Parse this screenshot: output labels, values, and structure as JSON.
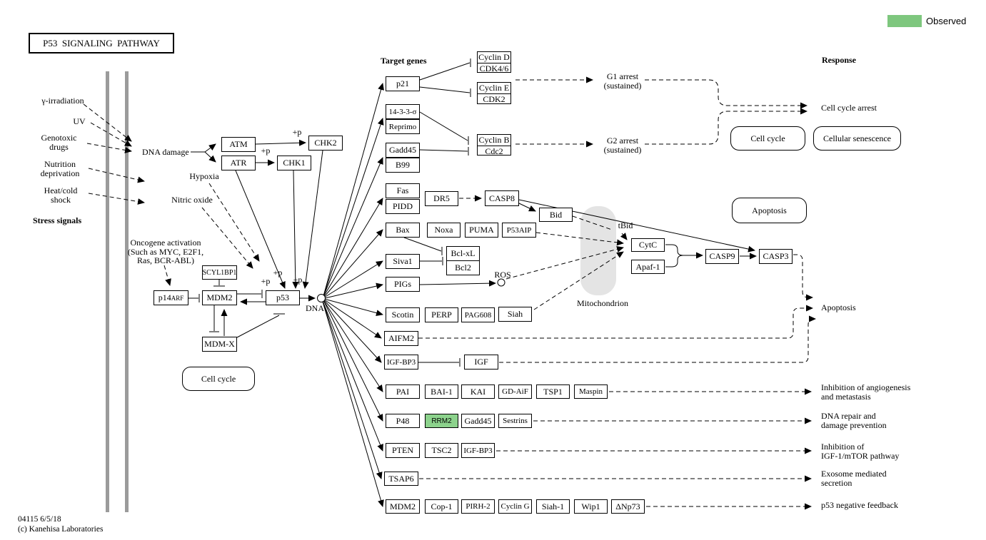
{
  "title": "P53  SIGNALING  PATHWAY",
  "legend": {
    "label": "Observed"
  },
  "colors": {
    "observed_fill": "#8CD28C",
    "legend_green": "#7EC77E"
  },
  "footer": {
    "text": "04115 6/5/18\n(c) Kanehisa Laboratories"
  },
  "headers": {
    "stress": "Stress signals",
    "target_genes": "Target genes",
    "response": "Response"
  },
  "stress": {
    "gamma": "γ-irradiation",
    "uv": "UV",
    "genotoxic": "Genotoxic\ndrugs",
    "nutrition": "Nutrition\ndeprivation",
    "heat_cold": "Heat/cold\nshock"
  },
  "labels": {
    "dna_damage": "DNA damage",
    "hypoxia": "Hypoxia",
    "nitric_oxide": "Nitric oxide",
    "oncogene": "Oncogene activation\n(Such as MYC, E2F1,\nRas, BCR-ABL)",
    "dna": "DNA",
    "tbid": "tBid",
    "ros": "ROS",
    "mitochondrion": "Mitochondrion",
    "g1_arrest": "G1 arrest\n(sustained)",
    "g2_arrest": "G2 arrest\n(sustained)",
    "plus_p": "+p"
  },
  "genes": {
    "atm": "ATM",
    "chk2": "CHK2",
    "atr": "ATR",
    "chk1": "CHK1",
    "scyl1bp1": "SCYL1BP1",
    "p14": "p14",
    "p14_sup": "ARF",
    "mdm2": "MDM2",
    "p53": "p53",
    "mdmx": "MDM-X",
    "p21": "p21",
    "s1433": "14-3-3-σ",
    "reprimo": "Reprimo",
    "gadd45": "Gadd45",
    "b99": "B99",
    "fas": "Fas",
    "pidd": "PIDD",
    "bax": "Bax",
    "siva1": "Siva1",
    "pigs": "PIGs",
    "scotin": "Scotin",
    "aifm2": "AIFM2",
    "igfbp3": "IGF-BP3",
    "pai": "PAI",
    "p48": "P48",
    "pten": "PTEN",
    "tsap6": "TSAP6",
    "mdm2b": "MDM2",
    "cyclin_d": "Cyclin D",
    "cdk46": "CDK4/6",
    "cyclin_e": "Cyclin E",
    "cdk2": "CDK2",
    "cyclin_b": "Cyclin B",
    "cdc2": "Cdc2",
    "dr5": "DR5",
    "casp8": "CASP8",
    "bid": "Bid",
    "noxa": "Noxa",
    "puma": "PUMA",
    "p53aip": "P53AIP",
    "bclxl": "Bcl-xL",
    "bcl2": "Bcl2",
    "perp": "PERP",
    "pag608": "PAG608",
    "siah": "Siah",
    "igf": "IGF",
    "bai1": "BAI-1",
    "kai": "KAI",
    "gdaif": "GD-AiF",
    "tsp1": "TSP1",
    "maspin": "Maspin",
    "rrm2": "RRM2",
    "gadd45b": "Gadd45",
    "sestrins": "Sestrins",
    "tsc2": "TSC2",
    "igfbp3b": "IGF-BP3",
    "cop1": "Cop-1",
    "pirh2": "PIRH-2",
    "cyclin_g": "Cyclin G",
    "siah1": "Siah-1",
    "wip1": "Wip1",
    "dnp73": "ΔNp73",
    "cytc": "CytC",
    "apaf1": "Apaf-1",
    "casp9": "CASP9",
    "casp3": "CASP3"
  },
  "rounded": {
    "cell_cycle_left": "Cell cycle",
    "cell_cycle_right": "Cell cycle",
    "senescence": "Cellular senescence",
    "apoptosis": "Apoptosis"
  },
  "responses": {
    "cell_cycle_arrest": "Cell cycle arrest",
    "apoptosis": "Apoptosis",
    "inhib_angio": "Inhibition of angiogenesis\nand metastasis",
    "dna_repair": "DNA repair and\ndamage prevention",
    "inhib_igf": "Inhibition of\nIGF-1/mTOR pathway",
    "exosome": "Exosome mediated\nsecretion",
    "p53_feedback": "p53 negative feedback"
  }
}
